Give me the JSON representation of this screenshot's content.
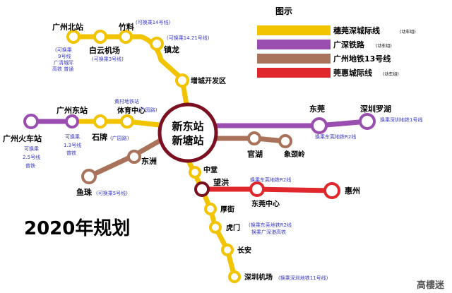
{
  "colors": {
    "suiguan": "#f2c400",
    "guangshen": "#9a4fb0",
    "metro13": "#a8735a",
    "guanhui": "#e0282c",
    "station_fill": "#ffffff",
    "hub_ring": "#7a1020"
  },
  "legend": {
    "title": "图示",
    "items": [
      {
        "label": "穗莞深城际线",
        "sub": "(动车组)",
        "color": "#f2c400"
      },
      {
        "label": "广深铁路",
        "sub": "(动车组)",
        "color": "#9a4fb0"
      },
      {
        "label": "广州地铁13号线",
        "sub": "",
        "color": "#a8735a"
      },
      {
        "label": "莞惠城际线",
        "sub": "(动车组)",
        "color": "#e0282c"
      }
    ]
  },
  "hub": {
    "line1": "新东站",
    "line2": "新塘站"
  },
  "stations": {
    "guangzhou_north": "广州北站",
    "baiyun_airport": "白云机场",
    "zhuliao": "竹料",
    "zhenlong": "镇龙",
    "zengcheng_dev": "增城开发区",
    "guangzhou_east": "广州东站",
    "guangzhou_railway": "广州火车站",
    "shipai": "石牌",
    "tiyu_zhongxin": "体育中心",
    "huangcun": "黄村地铁站",
    "dongzhou": "东洲",
    "yuzhu": "鱼珠",
    "guanhu": "官湖",
    "xiangyingling": "象颈岭",
    "dongguan": "东莞",
    "shenzhen_luohu": "深圳罗湖",
    "zhongtang": "中堂",
    "wanghong": "望洪",
    "dongguan_center": "东莞中心",
    "huizhou": "惠州",
    "houjie": "厚街",
    "humen": "虎门",
    "changan": "长安",
    "shenzhen_airport": "深圳机场"
  },
  "notes": {
    "north_1": "(可换乘",
    "north_2": "9号线",
    "north_3": "广清城际",
    "north_4": "高铁 普通",
    "airport": "(可换乘3号线)",
    "zhuliao": "(可换乘14号线)",
    "zhenlong": "(可换乘14.21号线)",
    "gz_east_1": "可换乘",
    "gz_east_2": "1.3号线",
    "gz_east_3": "普铁",
    "gz_rail_1": "可换乘",
    "gz_rail_2": "2.5号线",
    "gz_rail_3": "普铁",
    "shipai": "(广园路)",
    "tiyu": "(广园路)",
    "yuzhu": "(可换乘5号线)",
    "dongguan": "换乘东莞地铁R2线",
    "luohu": "换乘深圳地铁1号线",
    "wanghong": "换乘东莞地铁R2线",
    "humen_1": "(换乘东莞地铁R2线",
    "humen_2": "换乘广深港高铁",
    "shenzhen_airport": "(换乘深圳地铁11号线)"
  },
  "year_label": "2020年规划",
  "watermark": "高樓迷"
}
